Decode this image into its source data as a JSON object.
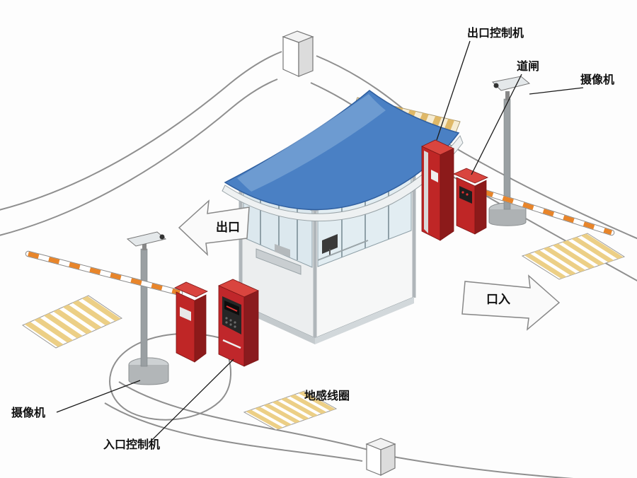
{
  "labels": {
    "exit_controller": "出口控制机",
    "barrier_gate": "道闸",
    "camera_right": "摄像机",
    "camera_left": "摄像机",
    "entry_controller": "入口控制机",
    "ground_coil": "地感线圈",
    "exit_direction": "出口",
    "entry_direction": "口入"
  },
  "colors": {
    "roof_blue": "#4a80c4",
    "machine_red": "#bf2626",
    "machine_red_dark": "#8c1a1a",
    "machine_red_top": "#d9453f",
    "barrier_orange": "#e8852a",
    "coil_yellow": "#eccf86",
    "road_gray": "#8f8f8f",
    "background": "#fdfdfd"
  }
}
